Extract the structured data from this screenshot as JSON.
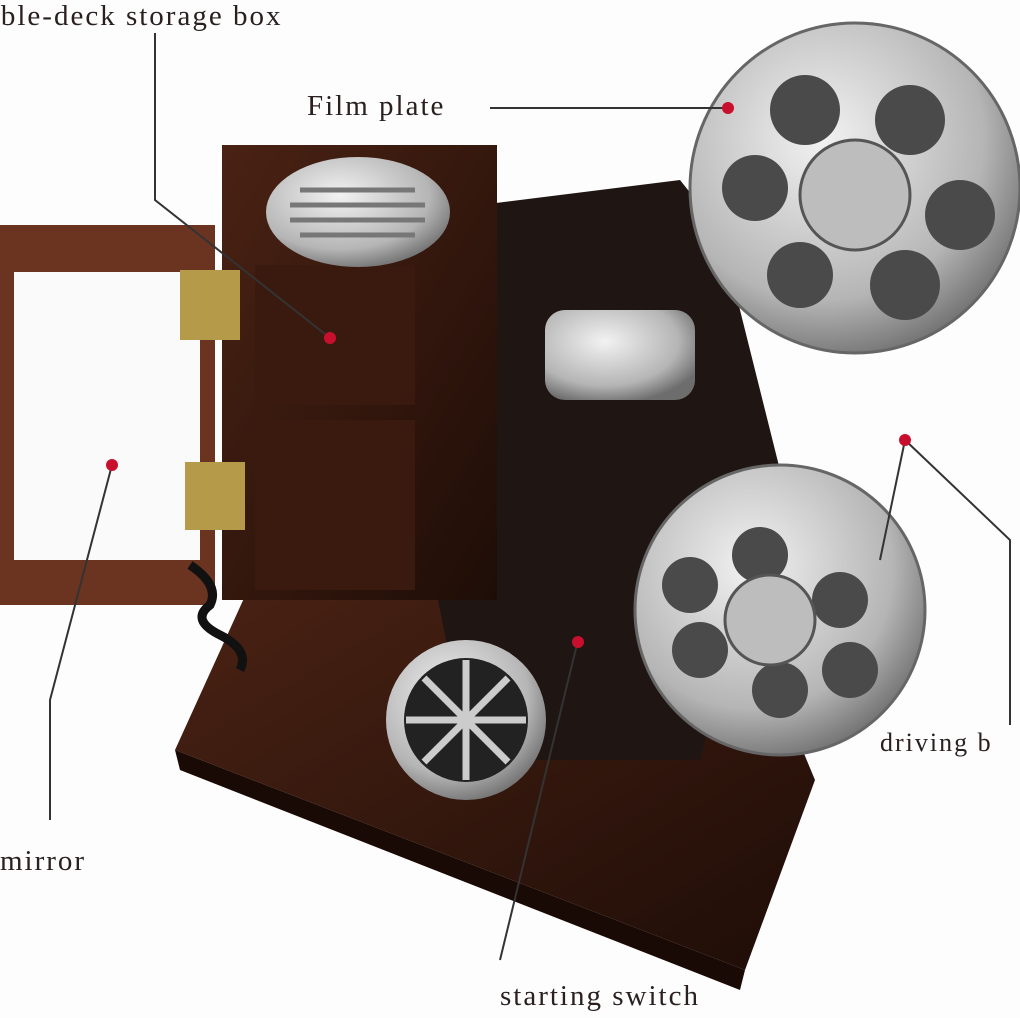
{
  "labels": {
    "storage_box": "able-deck storage box",
    "film_plate": "Film plate",
    "mirror": "mirror",
    "driving_belt": "driving b",
    "starting_switch": "starting switch"
  },
  "colors": {
    "wood_dark": "#2a140c",
    "wood_mid": "#5a2a18",
    "silver": "#c8c8c8",
    "marker_red": "#c8102e"
  }
}
